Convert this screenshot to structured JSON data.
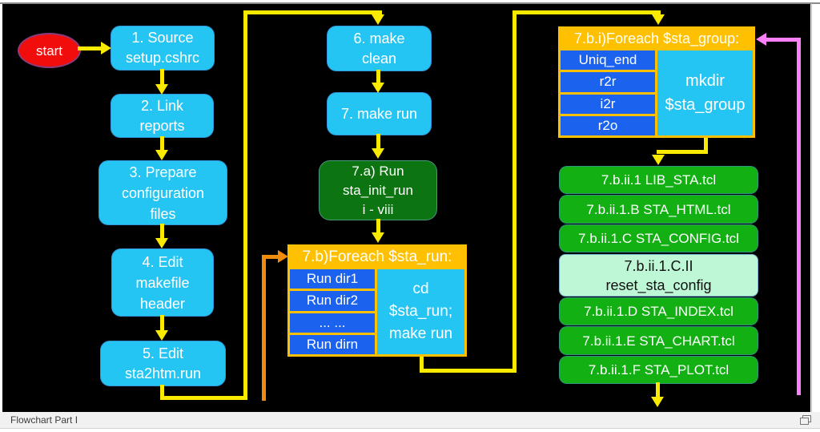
{
  "caption": {
    "title": "Flowchart Part I"
  },
  "palette": {
    "background": "#000000",
    "cyan_box": "#25c5f3",
    "blue_row": "#1b63ee",
    "gold_header": "#ffc000",
    "bright_green": "#13b013",
    "dark_green": "#0d7412",
    "mint": "#bdf7d5",
    "red_start": "#f20d0d",
    "yellow_line": "#f9ea00",
    "orange_line": "#f08c0a",
    "pink_line": "#f980f9"
  },
  "nodes": {
    "start": "start",
    "s1": [
      "1. Source",
      "setup.cshrc"
    ],
    "s2": [
      "2. Link",
      "reports"
    ],
    "s3": [
      "3. Prepare",
      "configuration",
      "files"
    ],
    "s4": [
      "4. Edit",
      "makefile",
      "header"
    ],
    "s5": [
      "5. Edit",
      "sta2htm.run"
    ],
    "s6": [
      "6. make",
      "clean"
    ],
    "s7": "7. make run",
    "s7a": [
      "7.a) Run",
      "sta_init_run",
      "i - viii"
    ]
  },
  "run_table": {
    "header": "7.b)Foreach $sta_run:",
    "rows": [
      "Run dir1",
      "Run dir2",
      "... ...",
      "Run dirn"
    ],
    "action_lines": [
      "cd",
      "$sta_run;",
      "make run"
    ]
  },
  "group_table": {
    "header": "7.b.i)Foreach $sta_group:",
    "rows": [
      "Uniq_end",
      "r2r",
      "i2r",
      "r2o"
    ],
    "action_lines": [
      "mkdir",
      "$sta_group"
    ]
  },
  "scripts": {
    "g1": "7.b.ii.1 LIB_STA.tcl",
    "g2": "7.b.ii.1.B STA_HTML.tcl",
    "g3": "7.b.ii.1.C STA_CONFIG.tcl",
    "mint": [
      "7.b.ii.1.C.II",
      "reset_sta_config"
    ],
    "g4": "7.b.ii.1.D STA_INDEX.tcl",
    "g5": "7.b.ii.1.E STA_CHART.tcl",
    "g6": "7.b.ii.1.F STA_PLOT.tcl"
  }
}
